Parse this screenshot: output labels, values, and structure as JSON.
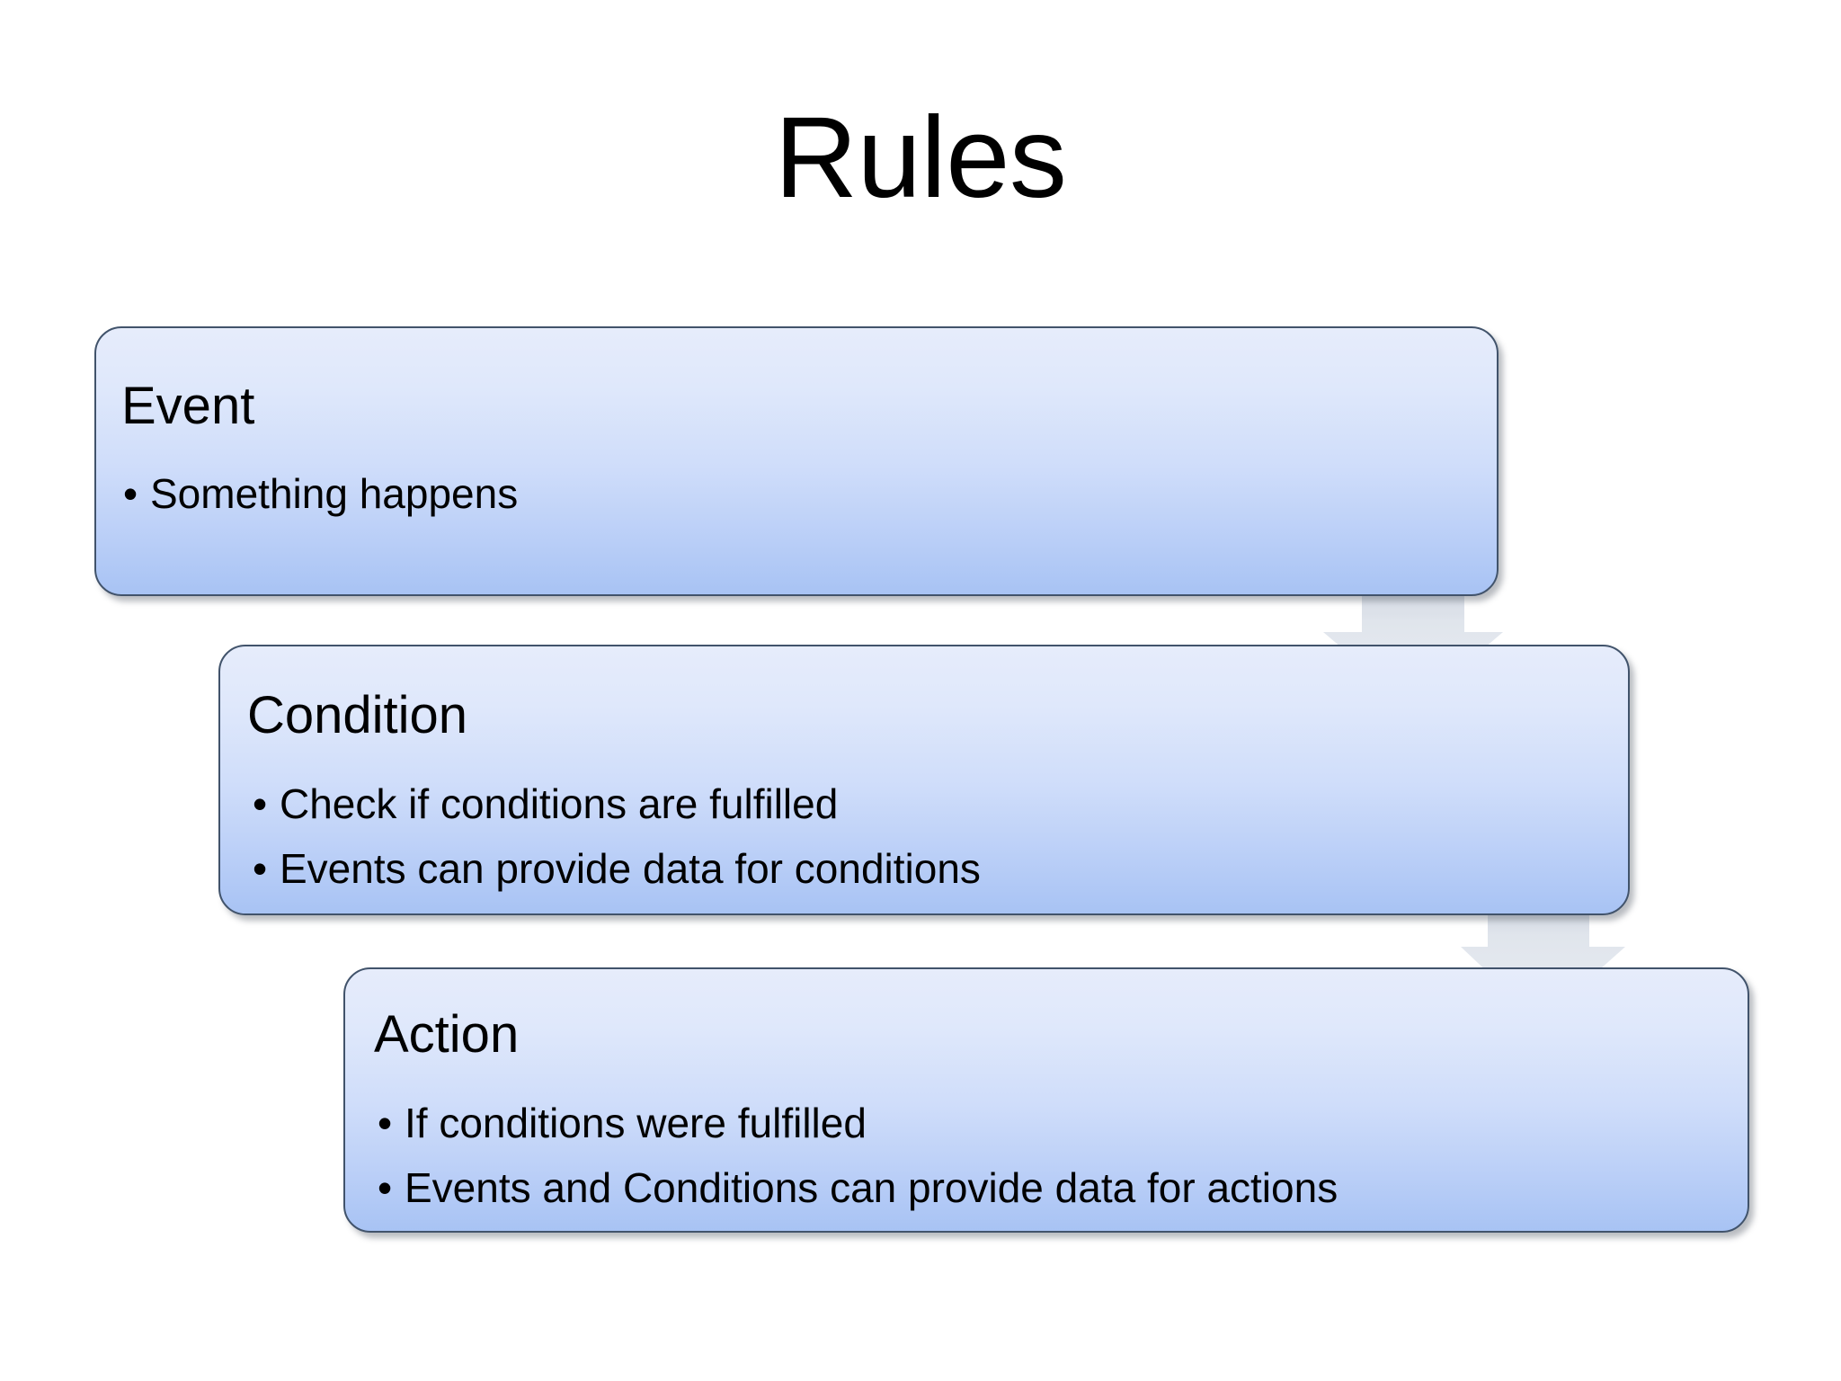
{
  "slide": {
    "title": "Rules",
    "background_color": "#FFFFFF",
    "text_color": "#000000"
  },
  "style": {
    "box_border_color": "#41536B",
    "box_gradient_top": "#E6ECFB",
    "box_gradient_bottom": "#A8C3F4",
    "arrow_fill_color": "#D9DFE8",
    "bullet_glyph": "•"
  },
  "diagram": {
    "type": "vertical-flow",
    "steps": [
      {
        "id": "event",
        "heading": "Event",
        "bullets": [
          "Something happens"
        ]
      },
      {
        "id": "condition",
        "heading": "Condition",
        "bullets": [
          "Check if conditions are fulfilled",
          "Events can provide data for conditions"
        ]
      },
      {
        "id": "action",
        "heading": "Action",
        "bullets": [
          "If conditions were fulfilled",
          "Events and Conditions can provide data for actions"
        ]
      }
    ],
    "connectors": [
      {
        "id": "event-to-condition",
        "icon": "down-arrow-icon",
        "from": "event",
        "to": "condition"
      },
      {
        "id": "condition-to-action",
        "icon": "down-arrow-icon",
        "from": "condition",
        "to": "action"
      }
    ]
  }
}
